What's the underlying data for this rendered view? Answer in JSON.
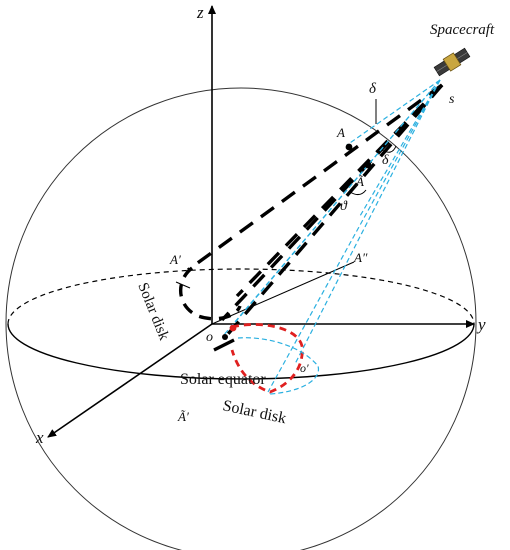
{
  "labels": {
    "spacecraft": "Spacecraft",
    "s": "s",
    "delta_top": "δ",
    "delta_side": "δ",
    "A": "A",
    "A_tilde": "Ã",
    "theta": "ϑ",
    "A_prime": "A′",
    "A_double_prime": "A″",
    "A_prime_tilde": "Ã′",
    "o": "o",
    "o_prime": "o′",
    "solar_disk_left": "Solar disk",
    "solar_disk_bottom": "Solar disk",
    "solar_equator": "Solar equator"
  },
  "axes": {
    "x": "x",
    "y": "y",
    "z": "z"
  },
  "colors": {
    "ink": "#000000",
    "projection_lines": "#2bb0e0",
    "projected_disk": "#e02020",
    "spacecraft_body": "#c9a640",
    "spacecraft_panel": "#3a3a3a"
  }
}
